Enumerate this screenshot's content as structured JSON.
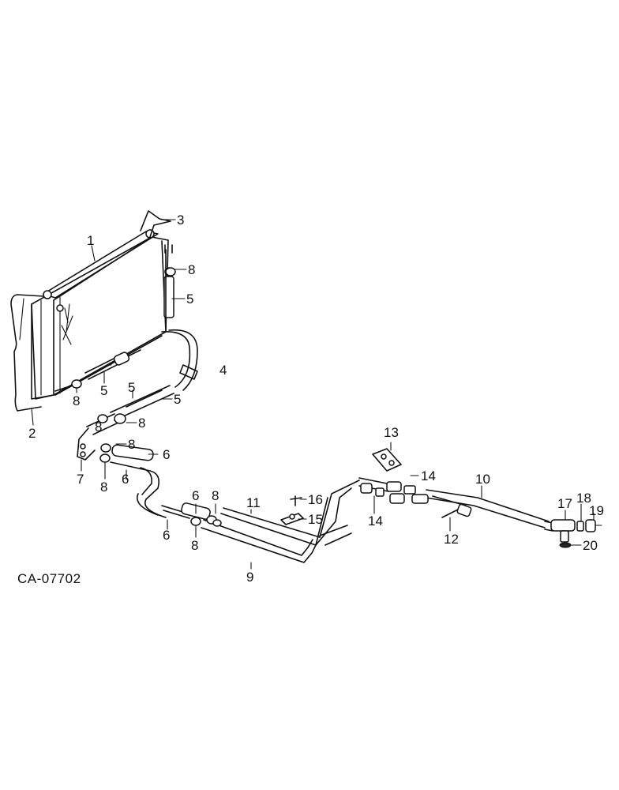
{
  "diagram": {
    "drawing_code": "CA-07702",
    "callouts": [
      "1",
      "2",
      "3",
      "4",
      "5",
      "5",
      "5",
      "5",
      "6",
      "6",
      "6",
      "6",
      "6",
      "7",
      "8",
      "8",
      "8",
      "8",
      "8",
      "8",
      "8",
      "8",
      "8",
      "9",
      "10",
      "11",
      "12",
      "13",
      "14",
      "14",
      "15",
      "16",
      "17",
      "18",
      "19",
      "20"
    ]
  }
}
